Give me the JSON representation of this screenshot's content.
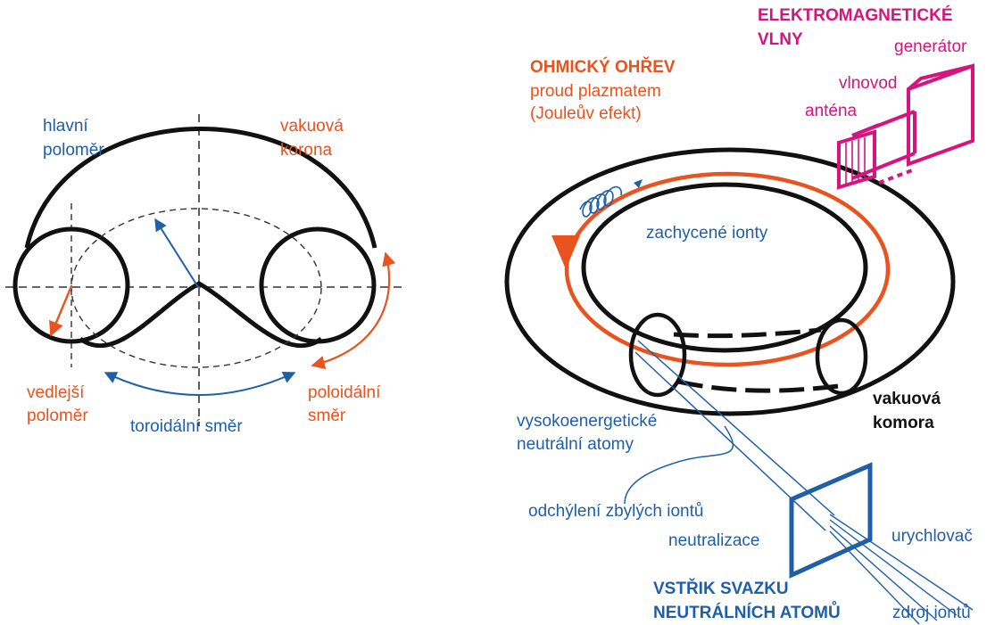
{
  "colors": {
    "ink": "#111111",
    "blue": "#1f5fa8",
    "orange": "#e8531f",
    "magenta": "#d4157e",
    "dashed": "#333333"
  },
  "left": {
    "major_radius": [
      "hlavní",
      "poloměr"
    ],
    "vacuum_crown": [
      "vakuová",
      "korona"
    ],
    "minor_radius": [
      "vedlejší",
      "poloměr"
    ],
    "poloidal": [
      "poloidální",
      "směr"
    ],
    "toroidal": "toroidální směr"
  },
  "right": {
    "ohmic_title": "OHMICKÝ OHŘEV",
    "ohmic_sub": [
      "proud plazmatem",
      "(Jouleův efekt)"
    ],
    "em_title": [
      "ELEKTROMAGNETICKÉ",
      "VLNY"
    ],
    "generator": "generátor",
    "waveguide": "vlnovod",
    "antenna": "anténa",
    "trapped_ions": "zachycené ionty",
    "vacuum_chamber": [
      "vakuová",
      "komora"
    ],
    "neutral_atoms": [
      "vysokoenergetické",
      "neutrální atomy"
    ],
    "ion_deflection": "odchýlení zbylých iontů",
    "neutralization": "neutralizace",
    "accelerator": "urychlovač",
    "nbi_title": [
      "VSTŘIK SVAZKU",
      "NEUTRÁLNÍCH ATOMŮ"
    ],
    "ion_source": "zdroj iontů"
  }
}
